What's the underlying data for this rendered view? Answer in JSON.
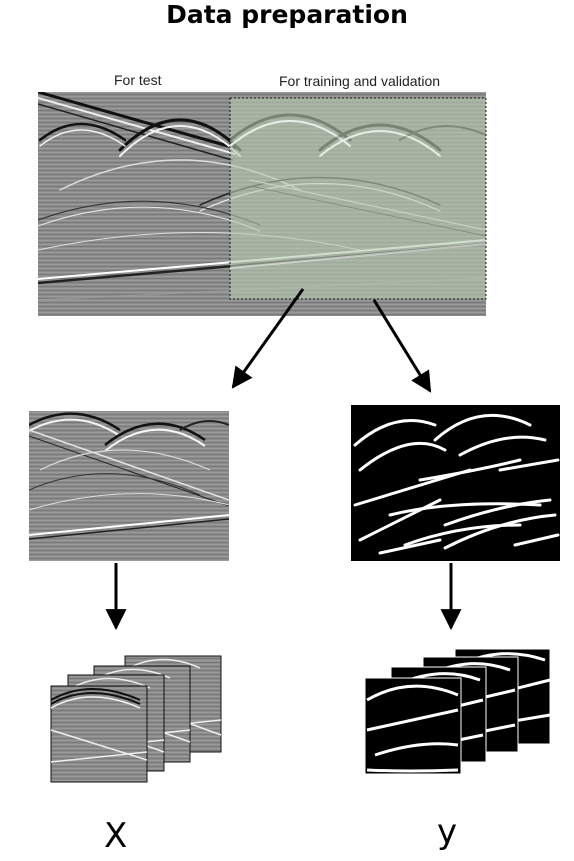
{
  "header": {
    "title": "Data preparation"
  },
  "regions": {
    "test_label": "For test",
    "train_label": "For training and validation"
  },
  "outputs": {
    "x_label": "X",
    "y_label": "y"
  },
  "colors": {
    "seismic_gray": "#8a8a8a",
    "selection_tint": "#b6cbb1",
    "mask_black": "#000000",
    "mask_white": "#ffffff",
    "arrow": "#000000"
  }
}
